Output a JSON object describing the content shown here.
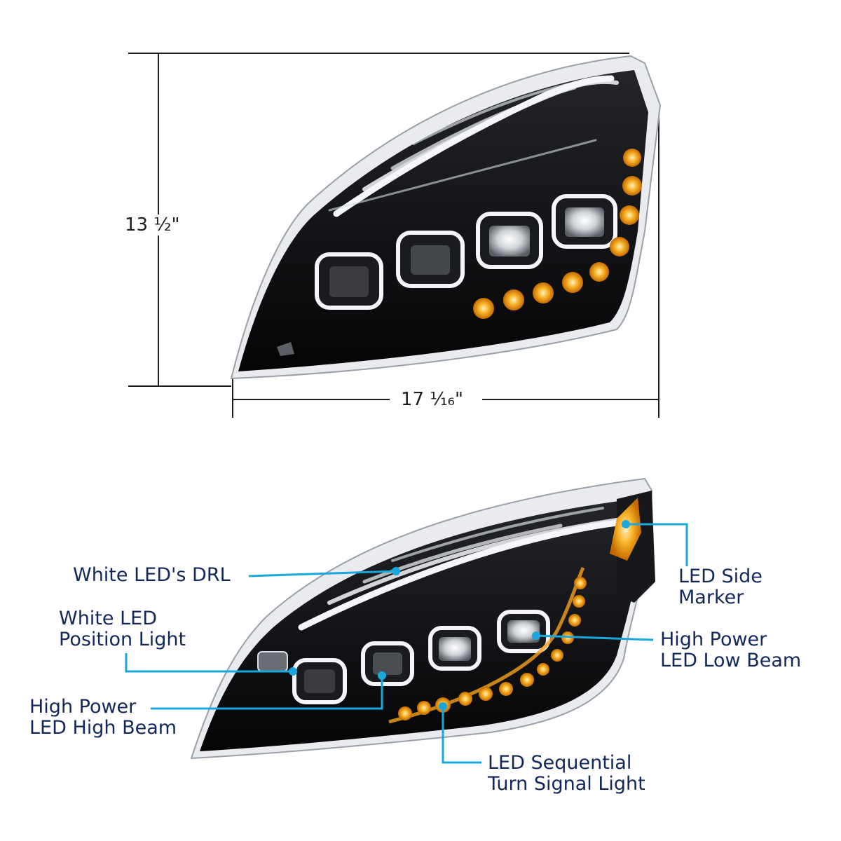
{
  "dimensions": {
    "height": "13 ½\"",
    "width": "17 ⅟₁₆\""
  },
  "callouts": {
    "drl": "White LED's DRL",
    "position_light": [
      "White LED",
      "Position Light"
    ],
    "high_beam": [
      "High Power",
      "LED High Beam"
    ],
    "side_marker": [
      "LED Side",
      "Marker"
    ],
    "low_beam": [
      "High Power",
      "LED Low Beam"
    ],
    "turn_signal": [
      "LED Sequential",
      "Turn Signal Light"
    ]
  },
  "colors": {
    "callout_line": "#1aa7dc",
    "callout_text": "#12285a",
    "dimension_line": "#1d1d1d",
    "housing": "#0b0b0d",
    "amber": "#f6a11a",
    "halo": "#f4f6fa"
  }
}
